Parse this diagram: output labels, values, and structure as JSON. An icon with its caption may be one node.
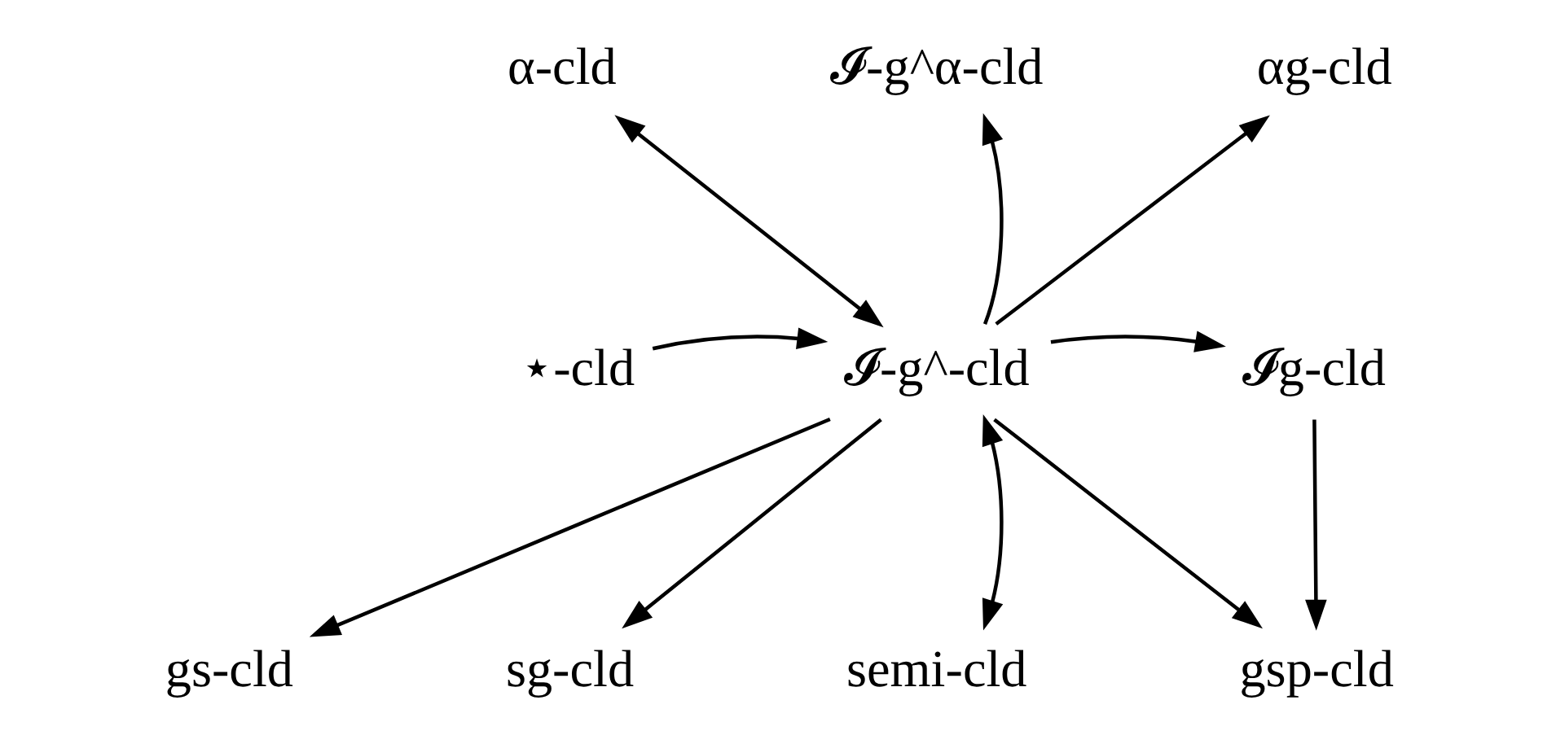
{
  "diagram": {
    "nodes": [
      {
        "text": [
          "α-cld"
        ]
      },
      {
        "text": [
          "𝓘-g^α-cld"
        ]
      },
      {
        "text": [
          "αg-cld"
        ]
      },
      {
        "text": [
          "⋆-cld"
        ]
      },
      {
        "text": [
          "𝓘-g^-cld"
        ]
      },
      {
        "text": [
          "𝓘g-cld"
        ]
      },
      {
        "text": [
          "gs-cld"
        ]
      },
      {
        "text": [
          "sg-cld"
        ]
      },
      {
        "text": [
          "semi-cld"
        ]
      },
      {
        "text": [
          "gsp-cld"
        ]
      }
    ],
    "edges": [
      {
        "from": 4,
        "to": 0,
        "arrow": "both"
      },
      {
        "from": 4,
        "to": 1,
        "arrow": "to"
      },
      {
        "from": 4,
        "to": 2,
        "arrow": "to"
      },
      {
        "from": 3,
        "to": 4,
        "arrow": "to"
      },
      {
        "from": 4,
        "to": 5,
        "arrow": "to"
      },
      {
        "from": 4,
        "to": 6,
        "arrow": "to"
      },
      {
        "from": 4,
        "to": 7,
        "arrow": "to"
      },
      {
        "from": 4,
        "to": 8,
        "arrow": "both"
      },
      {
        "from": 4,
        "to": 9,
        "arrow": "to"
      },
      {
        "from": 5,
        "to": 9,
        "arrow": "to"
      }
    ]
  }
}
